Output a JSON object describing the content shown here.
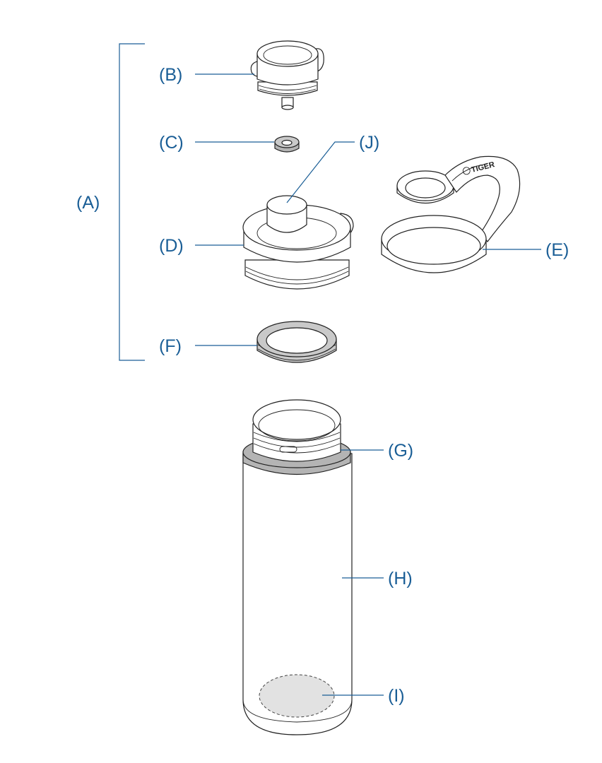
{
  "labels": {
    "A": "(A)",
    "B": "(B)",
    "C": "(C)",
    "D": "(D)",
    "E": "(E)",
    "F": "(F)",
    "G": "(G)",
    "H": "(H)",
    "I": "(I)",
    "J": "(J)"
  },
  "brand_mark": "TIGER",
  "colors": {
    "label": "#1a5e96",
    "outline": "#222222",
    "ring_gray": "#c9c9c9",
    "band_gray": "#b4b4b4"
  }
}
